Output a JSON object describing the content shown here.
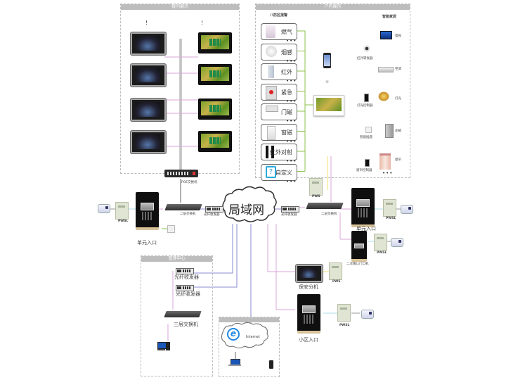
{
  "building_panel": {
    "title": "楼内展示",
    "markers": [
      "!",
      "!"
    ],
    "poe_switch_label": "POE交换机"
  },
  "indoor_panel": {
    "title": "户内展示",
    "security_title": "八防区报警",
    "sensors": [
      {
        "name": "燃气",
        "icon": "gas-detector-icon"
      },
      {
        "name": "烟感",
        "icon": "smoke-detector-icon"
      },
      {
        "name": "红外",
        "icon": "infrared-detector-icon"
      },
      {
        "name": "紧急",
        "icon": "emergency-button-icon"
      },
      {
        "name": "门磁",
        "icon": "door-magnet-icon"
      },
      {
        "name": "窗磁",
        "icon": "window-magnet-icon"
      },
      {
        "name": "红外对射",
        "icon": "infrared-beam-icon"
      },
      {
        "name": "自定义",
        "icon": "question-mark-icon"
      }
    ],
    "ellipsis": "•••",
    "smart_home_title": "智能家居",
    "smart_home": [
      {
        "name": "电视",
        "icon": "tv-icon"
      },
      {
        "name": "红外转发器",
        "icon": "ir-repeater-icon"
      },
      {
        "name": "空调",
        "icon": "air-conditioner-icon"
      },
      {
        "name": "灯光控制器",
        "icon": "light-controller-icon"
      },
      {
        "name": "灯光",
        "icon": "chandelier-icon"
      },
      {
        "name": "智能插座",
        "icon": "smart-socket-icon"
      },
      {
        "name": "冰箱",
        "icon": "fridge-icon"
      },
      {
        "name": "窗帘控制器",
        "icon": "curtain-controller-icon"
      },
      {
        "name": "窗帘",
        "icon": "curtain-icon"
      }
    ]
  },
  "network": {
    "lan_label": "局域网",
    "left": {
      "switch_label": "二层交换机",
      "fiber_label": "光纤收发器",
      "door_label": "单元入口",
      "psu_label": "PWSL"
    },
    "right": {
      "switch_label": "二层交换机",
      "fiber_label": "光纤收发器",
      "psu_top_label": "PWS",
      "door_label": "单元入口",
      "psu_label": "PWSL",
      "door2_label": "二次确认门口机",
      "psu2_label": "PWSL"
    },
    "guard": {
      "label": "保安分机",
      "psu_label": "PWS"
    },
    "community": {
      "label": "小区入口",
      "psu_label": "PWSL"
    }
  },
  "management_panel": {
    "title": "管理中心",
    "fiber1_label": "光纤收发器",
    "fiber2_label": "光纤收发器",
    "switch_label": "三层交换机"
  },
  "internet_panel": {
    "title": "",
    "internet_label": "Internet"
  }
}
